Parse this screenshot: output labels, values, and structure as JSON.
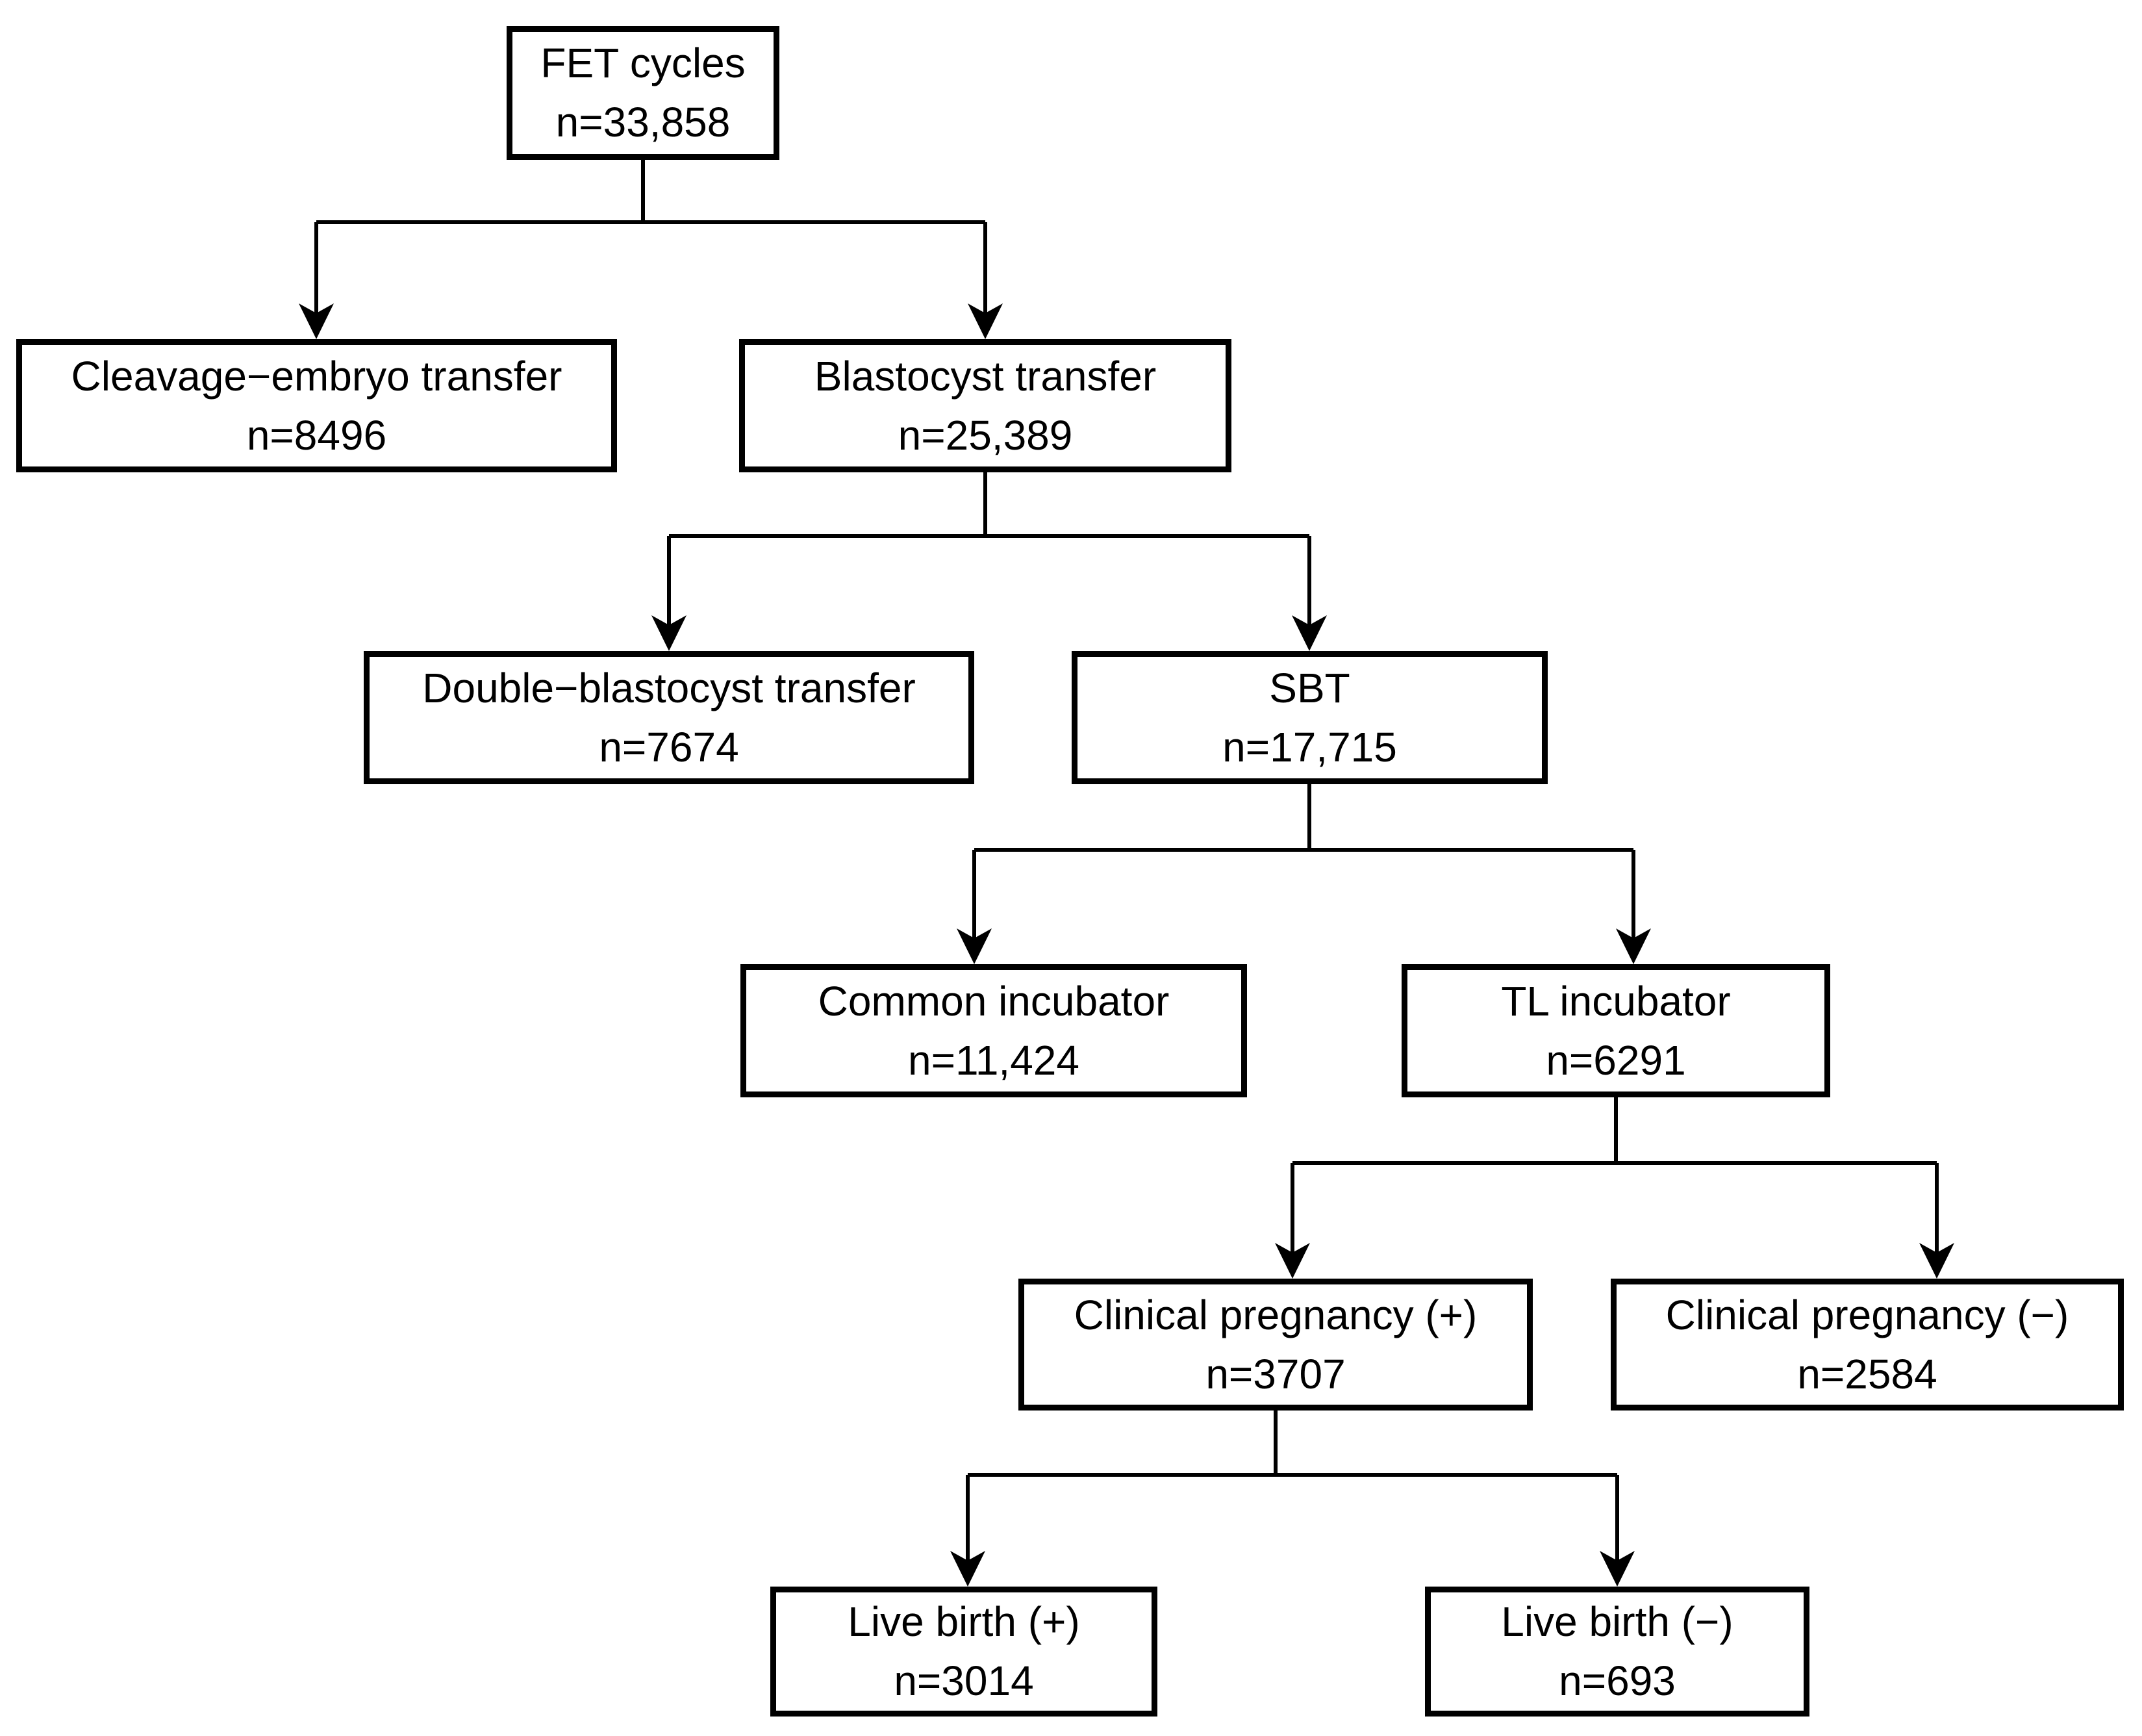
{
  "diagram": {
    "background_color": "#ffffff",
    "box_fill_color": "#ffffff",
    "box_border_color": "#000000",
    "line_color": "#000000",
    "text_color": "#000000",
    "nodes": {
      "fet_cycles": {
        "label": "FET cycles",
        "count": "n=33,858"
      },
      "cleavage_embryo_transfer": {
        "label": "Cleavage−embryo transfer",
        "count": "n=8496"
      },
      "blastocyst_transfer": {
        "label": "Blastocyst transfer",
        "count": "n=25,389"
      },
      "double_blastocyst_transfer": {
        "label": "Double−blastocyst transfer",
        "count": "n=7674"
      },
      "sbt": {
        "label": "SBT",
        "count": "n=17,715"
      },
      "common_incubator": {
        "label": "Common incubator",
        "count": "n=11,424"
      },
      "tl_incubator": {
        "label": "TL incubator",
        "count": "n=6291"
      },
      "clinical_pregnancy_positive": {
        "label": "Clinical pregnancy (+)",
        "count": "n=3707"
      },
      "clinical_pregnancy_negative": {
        "label": "Clinical pregnancy (−)",
        "count": "n=2584"
      },
      "live_birth_positive": {
        "label": "Live birth (+)",
        "count": "n=3014"
      },
      "live_birth_negative": {
        "label": "Live birth (−)",
        "count": "n=693"
      }
    },
    "edges": [
      {
        "from": "fet_cycles",
        "to": "cleavage_embryo_transfer"
      },
      {
        "from": "fet_cycles",
        "to": "blastocyst_transfer"
      },
      {
        "from": "blastocyst_transfer",
        "to": "double_blastocyst_transfer"
      },
      {
        "from": "blastocyst_transfer",
        "to": "sbt"
      },
      {
        "from": "sbt",
        "to": "common_incubator"
      },
      {
        "from": "sbt",
        "to": "tl_incubator"
      },
      {
        "from": "tl_incubator",
        "to": "clinical_pregnancy_positive"
      },
      {
        "from": "tl_incubator",
        "to": "clinical_pregnancy_negative"
      },
      {
        "from": "clinical_pregnancy_positive",
        "to": "live_birth_positive"
      },
      {
        "from": "clinical_pregnancy_positive",
        "to": "live_birth_negative"
      }
    ]
  }
}
